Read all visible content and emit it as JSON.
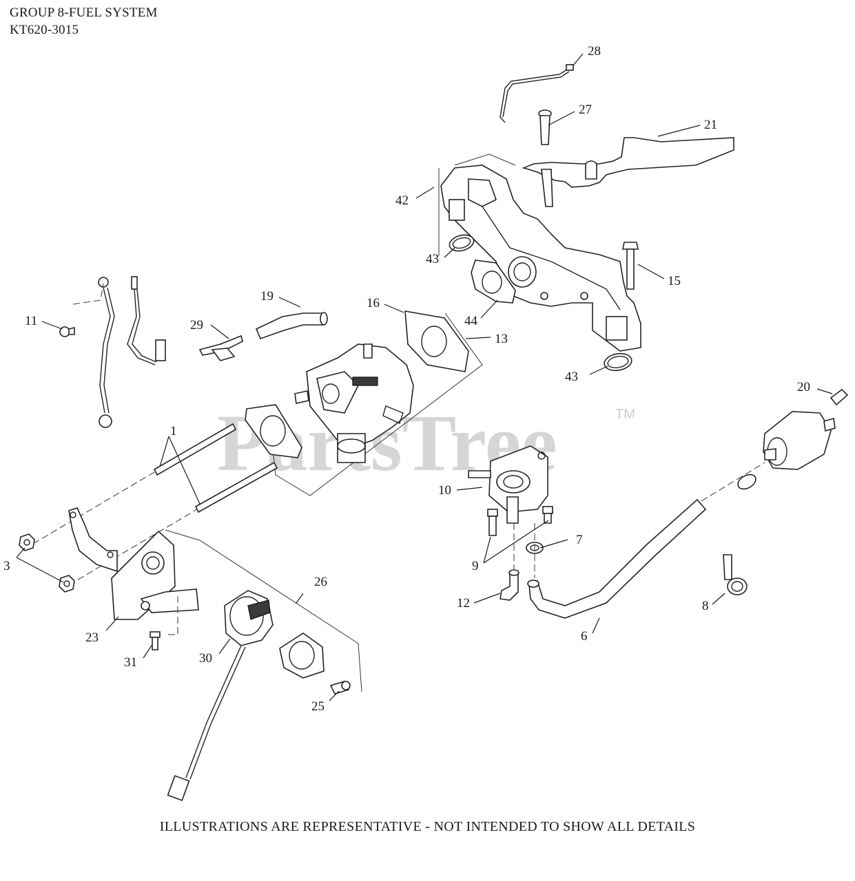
{
  "header": {
    "title": "GROUP 8-FUEL SYSTEM",
    "model": "KT620-3015"
  },
  "footer": {
    "note": "ILLUSTRATIONS ARE REPRESENTATIVE - NOT INTENDED TO SHOW ALL DETAILS"
  },
  "watermark": {
    "text": "PartsTree",
    "tm": "TM",
    "color": "#cfcfcf"
  },
  "callouts": {
    "c1": "1",
    "c3": "3",
    "c6": "6",
    "c7": "7",
    "c8": "8",
    "c9": "9",
    "c10": "10",
    "c11": "11",
    "c12": "12",
    "c13": "13",
    "c15": "15",
    "c16": "16",
    "c19": "19",
    "c20": "20",
    "c21": "21",
    "c23": "23",
    "c25": "25",
    "c26": "26",
    "c27": "27",
    "c28": "28",
    "c29": "29",
    "c30": "30",
    "c31": "31",
    "c42": "42",
    "c43a": "43",
    "c43b": "43",
    "c44": "44"
  }
}
